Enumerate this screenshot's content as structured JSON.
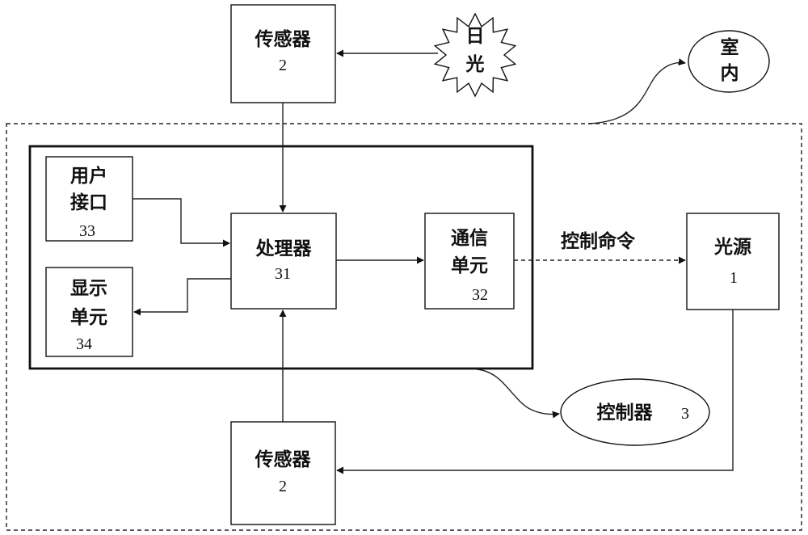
{
  "nodes": {
    "sensor_top": {
      "name": "传感器",
      "number": "2"
    },
    "sunlight": {
      "line1": "日",
      "line2": "光"
    },
    "indoor": {
      "line1": "室",
      "line2": "内"
    },
    "user_interface": {
      "line1": "用户",
      "line2": "接口",
      "number": "33"
    },
    "display_unit": {
      "line1": "显示",
      "line2": "单元",
      "number": "34"
    },
    "processor": {
      "name": "处理器",
      "number": "31"
    },
    "comm_unit": {
      "line1": "通信",
      "line2": "单元",
      "number": "32"
    },
    "light_source": {
      "name": "光源",
      "number": "1"
    },
    "controller": {
      "name": "控制器",
      "number": "3"
    },
    "sensor_bottom": {
      "name": "传感器",
      "number": "2"
    }
  },
  "edges": {
    "control_command": "控制命令"
  }
}
